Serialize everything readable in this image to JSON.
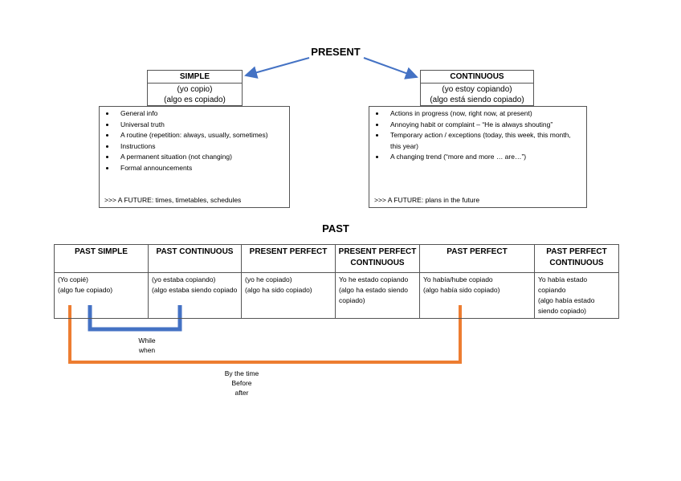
{
  "present": {
    "title": "PRESENT",
    "simple": {
      "title": "SIMPLE",
      "example1": "(yo copio)",
      "example2": "(algo es copiado)",
      "uses": [
        "General info",
        "Universal truth",
        "A routine (repetition: always, usually, sometimes)",
        "Instructions",
        "A permanent situation (not changing)",
        "Formal announcements"
      ],
      "future": ">>> A FUTURE: times, timetables, schedules"
    },
    "continuous": {
      "title": "CONTINUOUS",
      "example1": "(yo estoy copiando)",
      "example2": "(algo está siendo copiado)",
      "uses": [
        "Actions in progress (now, right now, at present)",
        "Annoying habit or complaint – “He is always shouting”",
        "Temporary action / exceptions (today, this week, this month, this year)",
        "A changing trend (“more and more … are…”)"
      ],
      "future": ">>> A FUTURE: plans in the future"
    }
  },
  "past": {
    "title": "PAST",
    "tenses": [
      {
        "name": "PAST SIMPLE",
        "examples": [
          "(Yo copié)",
          "(algo fue copiado)"
        ]
      },
      {
        "name": "PAST CONTINUOUS",
        "examples": [
          "(yo estaba copiando)",
          "(algo estaba siendo copiado"
        ]
      },
      {
        "name": "PRESENT PERFECT",
        "examples": [
          "(yo he copiado)",
          "(algo ha sido copiado)"
        ]
      },
      {
        "name": "PRESENT PERFECT CONTINUOUS",
        "examples": [
          "Yo he estado copiando",
          "(algo ha estado siendo copiado)"
        ]
      },
      {
        "name": "PAST PERFECT",
        "examples": [
          "Yo había/hube copiado",
          "(algo había sido copiado)"
        ]
      },
      {
        "name": "PAST PERFECT CONTINUOUS",
        "examples": [
          "Yo había estado copiando",
          "(algo había estado siendo copiado)"
        ]
      }
    ]
  },
  "connectors": {
    "blue_label_1": "While",
    "blue_label_2": "when",
    "orange_label_1": "By the time",
    "orange_label_2": "Before",
    "orange_label_3": "after",
    "blue_color": "#4472c4",
    "orange_color": "#ed7d31",
    "arrow_color": "#4472c4"
  }
}
